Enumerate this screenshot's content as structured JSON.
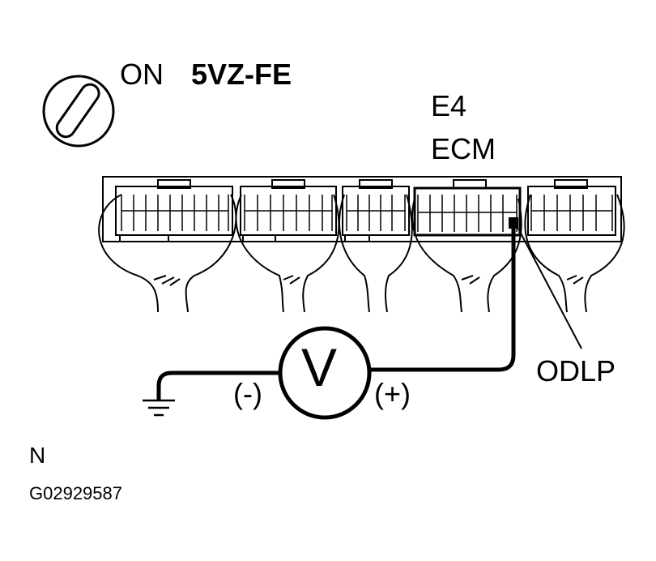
{
  "ignition": {
    "state": "ON",
    "icon": "ignition-key-icon"
  },
  "engine": "5VZ-FE",
  "connector": {
    "id": "E4",
    "unit": "ECM"
  },
  "terminal": "ODLP",
  "voltmeter": {
    "symbol": "V",
    "negative": "(-)",
    "positive": "(+)"
  },
  "footer": {
    "note": "N",
    "figure_id": "G02929587"
  }
}
